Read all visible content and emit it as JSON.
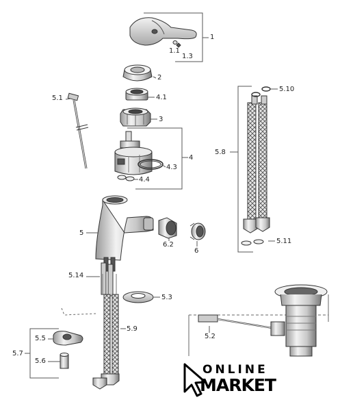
{
  "labels": {
    "l1": "1",
    "l1_1": "1.1",
    "l1_3": "1.3",
    "l2": "2",
    "l3": "3",
    "l4": "4",
    "l4_1": "4.1",
    "l4_3": "4.3",
    "l4_4": "4.4",
    "l5": "5",
    "l5_1": "5.1",
    "l5_2": "5.2",
    "l5_3": "5.3",
    "l5_5": "5.5",
    "l5_6": "5.6",
    "l5_7": "5.7",
    "l5_8": "5.8",
    "l5_9": "5.9",
    "l5_10": "5.10",
    "l5_11": "5.11",
    "l5_14": "5.14",
    "l6": "6",
    "l6_2": "6.2"
  },
  "logo": {
    "line1": "ONLINE",
    "line2": "MARKET",
    "icon": "cursor-arrow-icon"
  },
  "colors": {
    "line": "#333333",
    "part_light": "#f4f4f4",
    "part_mid": "#d6d6d6",
    "part_dark": "#8a8a8a",
    "leader": "#444444"
  }
}
